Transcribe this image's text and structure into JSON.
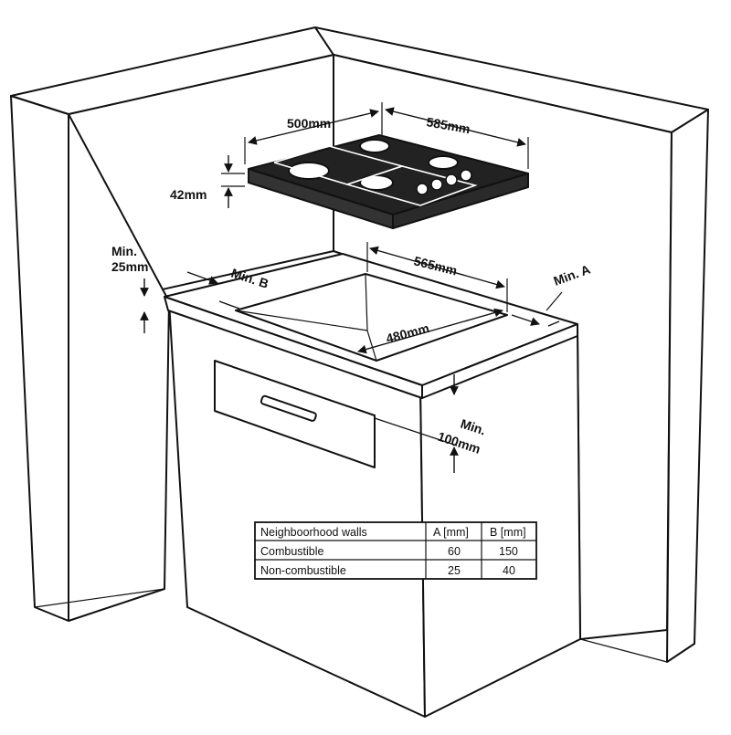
{
  "dimensions": {
    "hob_width": "500mm",
    "hob_depth": "585mm",
    "hob_height": "42mm",
    "cutout_width": "565mm",
    "cutout_depth": "480mm",
    "min_label": "Min.",
    "min_top_value": "25mm",
    "min_below_value": "100mm",
    "min_a": "Min. A",
    "min_b": "Min. B"
  },
  "clearance_table": {
    "headers": [
      "Neighboorhood walls",
      "A [mm]",
      "B [mm]"
    ],
    "rows": [
      [
        "Combustible",
        "60",
        "150"
      ],
      [
        "Non-combustible",
        "25",
        "40"
      ]
    ]
  }
}
